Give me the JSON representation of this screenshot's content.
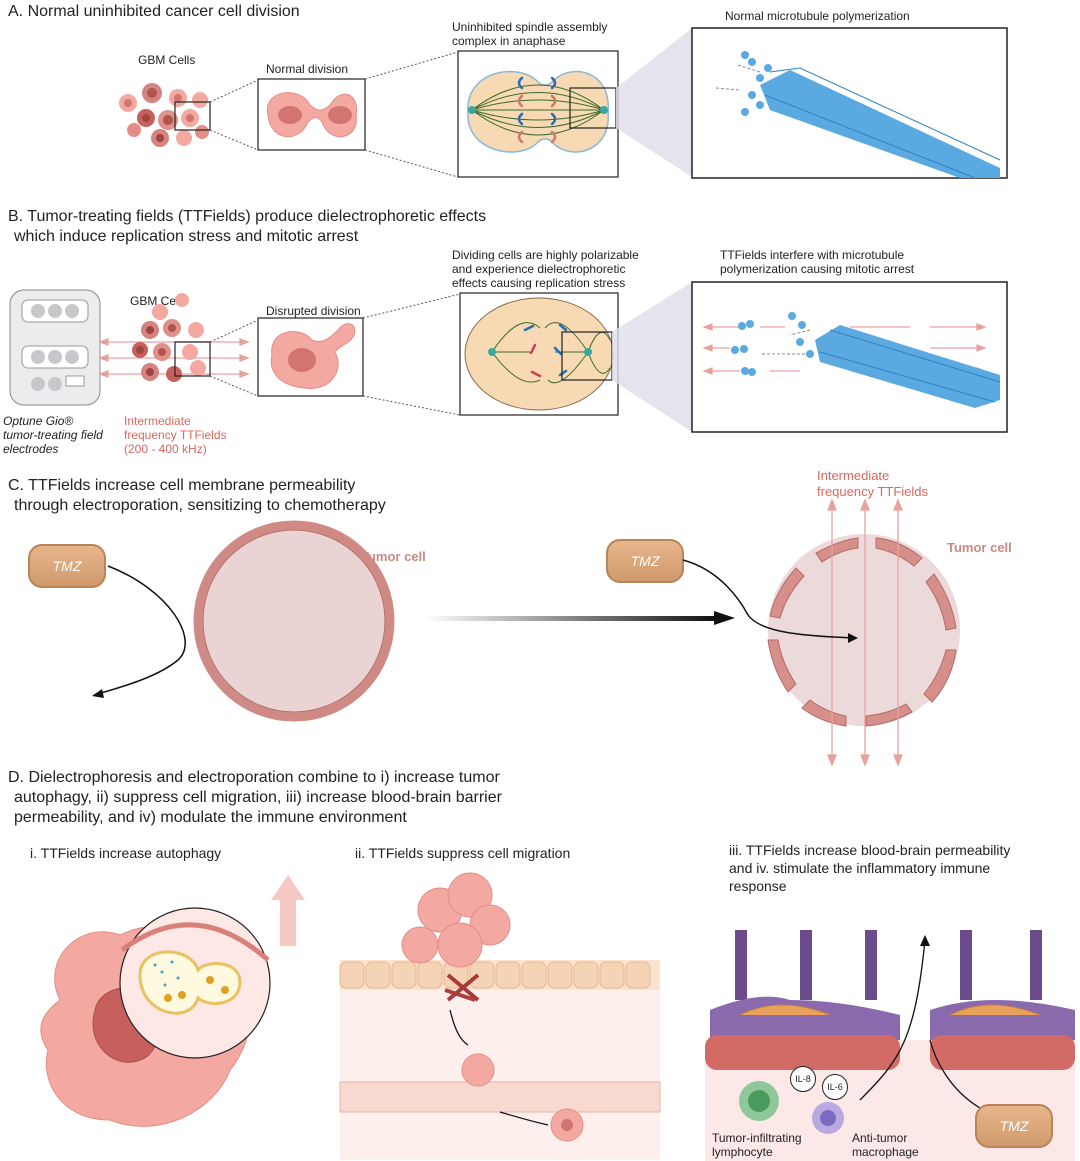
{
  "panel_a": {
    "title": "A. Normal uninhibited cancer cell division",
    "gbm_label": "GBM Cells",
    "division_label": "Normal division",
    "spindle_label_1": "Uninhibited spindle assembly",
    "spindle_label_2": "complex in anaphase",
    "micro_label": "Normal microtubule polymerization"
  },
  "panel_b": {
    "title_1": "B. Tumor-treating fields (TTFields) produce dielectrophoretic effects",
    "title_2": "which induce replication stress and mitotic arrest",
    "gbm_label": "GBM Cells",
    "division_label": "Disrupted division",
    "spindle_label_1": "Dividing cells are highly polarizable",
    "spindle_label_2": "and experience dielectrophoretic",
    "spindle_label_3": "effects causing replication stress",
    "micro_label_1": "TTFields interfere with microtubule",
    "micro_label_2": "polymerization causing mitotic arrest",
    "device_label_1": "Optune Gio®",
    "device_label_2": "tumor-treating field",
    "device_label_3": "electrodes",
    "freq_label_1": "Intermediate",
    "freq_label_2": "frequency TTFields",
    "freq_label_3": "(200 - 400 kHz)"
  },
  "panel_c": {
    "title_1": "C. TTFields increase cell membrane permeability",
    "title_2": "through electroporation, sensitizing to chemotherapy",
    "drug_left": "TMZ",
    "drug_right": "TMZ",
    "tumor_left": "Tumor cell",
    "tumor_right": "Tumor cell",
    "field_label_1": "Intermediate",
    "field_label_2": "frequency TTFields"
  },
  "panel_d": {
    "title_1": "D. Dielectrophoresis and electroporation combine to i) increase tumor",
    "title_2": "autophagy, ii) suppress cell migration, iii) increase blood-brain barrier",
    "title_3": "permeability, and iv) modulate the immune environment",
    "sub_i": "i. TTFields increase autophagy",
    "sub_ii": "ii. TTFields suppress cell migration",
    "sub_iii_1": "iii. TTFields increase blood-brain permeability",
    "sub_iii_2": "and iv. stimulate the inflammatory immune",
    "sub_iii_3": "response",
    "il8": "IL-8",
    "il6": "IL-6",
    "lymph_1": "Tumor-infiltrating",
    "lymph_2": "lymphocyte",
    "macro_1": "Anti-tumor",
    "macro_2": "macrophage",
    "drug": "TMZ"
  },
  "colors": {
    "cell_pink": "#f0a09a",
    "cell_dark": "#c7605c",
    "field_red": "#d9675f",
    "microtubule_blue": "#4a9fd8",
    "drug_tan": "#d9a679",
    "vessel_purple": "#6a4b8c"
  }
}
